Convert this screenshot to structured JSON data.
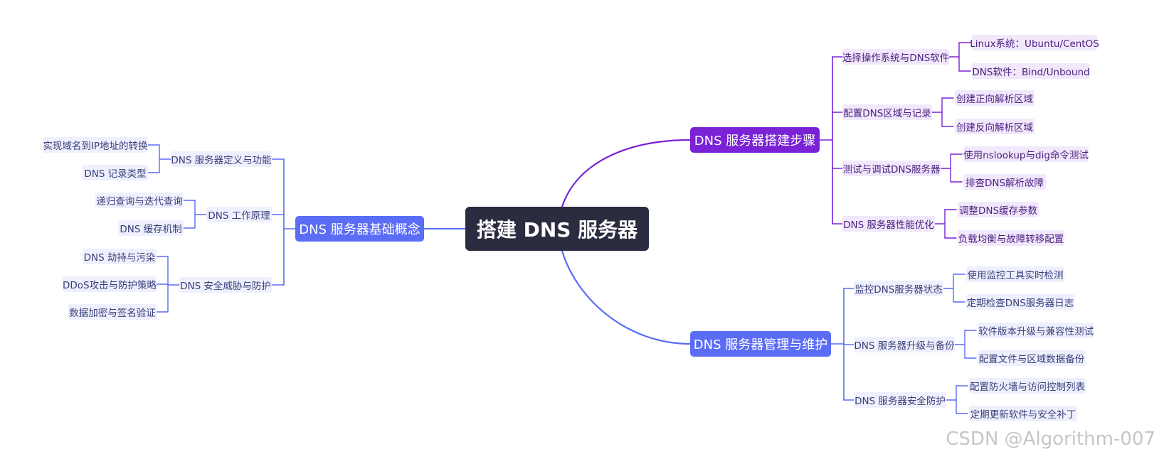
{
  "root": {
    "label": "搭建 DNS 服务器"
  },
  "left": {
    "branch": "DNS 服务器基础概念",
    "subs": [
      {
        "label": "DNS 服务器定义与功能",
        "leaves": [
          "实现域名到IP地址的转换",
          "DNS 记录类型"
        ]
      },
      {
        "label": "DNS 工作原理",
        "leaves": [
          "递归查询与迭代查询",
          "DNS 缓存机制"
        ]
      },
      {
        "label": "DNS 安全威胁与防护",
        "leaves": [
          "DNS 劫持与污染",
          "DDoS攻击与防护策略",
          "数据加密与签名验证"
        ]
      }
    ]
  },
  "right_top": {
    "branch": "DNS 服务器搭建步骤",
    "subs": [
      {
        "label": "选择操作系统与DNS软件",
        "leaves": [
          "Linux系统：Ubuntu/CentOS",
          "DNS软件：Bind/Unbound"
        ]
      },
      {
        "label": "配置DNS区域与记录",
        "leaves": [
          "创建正向解析区域",
          "创建反向解析区域"
        ]
      },
      {
        "label": "测试与调试DNS服务器",
        "leaves": [
          "使用nslookup与dig命令测试",
          "排查DNS解析故障"
        ]
      },
      {
        "label": "DNS 服务器性能优化",
        "leaves": [
          "调整DNS缓存参数",
          "负载均衡与故障转移配置"
        ]
      }
    ]
  },
  "right_bottom": {
    "branch": "DNS 服务器管理与维护",
    "subs": [
      {
        "label": "监控DNS服务器状态",
        "leaves": [
          "使用监控工具实时检测",
          "定期检查DNS服务器日志"
        ]
      },
      {
        "label": "DNS 服务器升级与备份",
        "leaves": [
          "软件版本升级与兼容性测试",
          "配置文件与区域数据备份"
        ]
      },
      {
        "label": "DNS 服务器安全防护",
        "leaves": [
          "配置防火墙与访问控制列表",
          "定期更新软件与安全补丁"
        ]
      }
    ]
  },
  "watermark": "CSDN @Algorithm-007",
  "colors": {
    "root": "#2b2c3f",
    "purple": "#7a22d6",
    "blue": "#5b6cf5"
  }
}
